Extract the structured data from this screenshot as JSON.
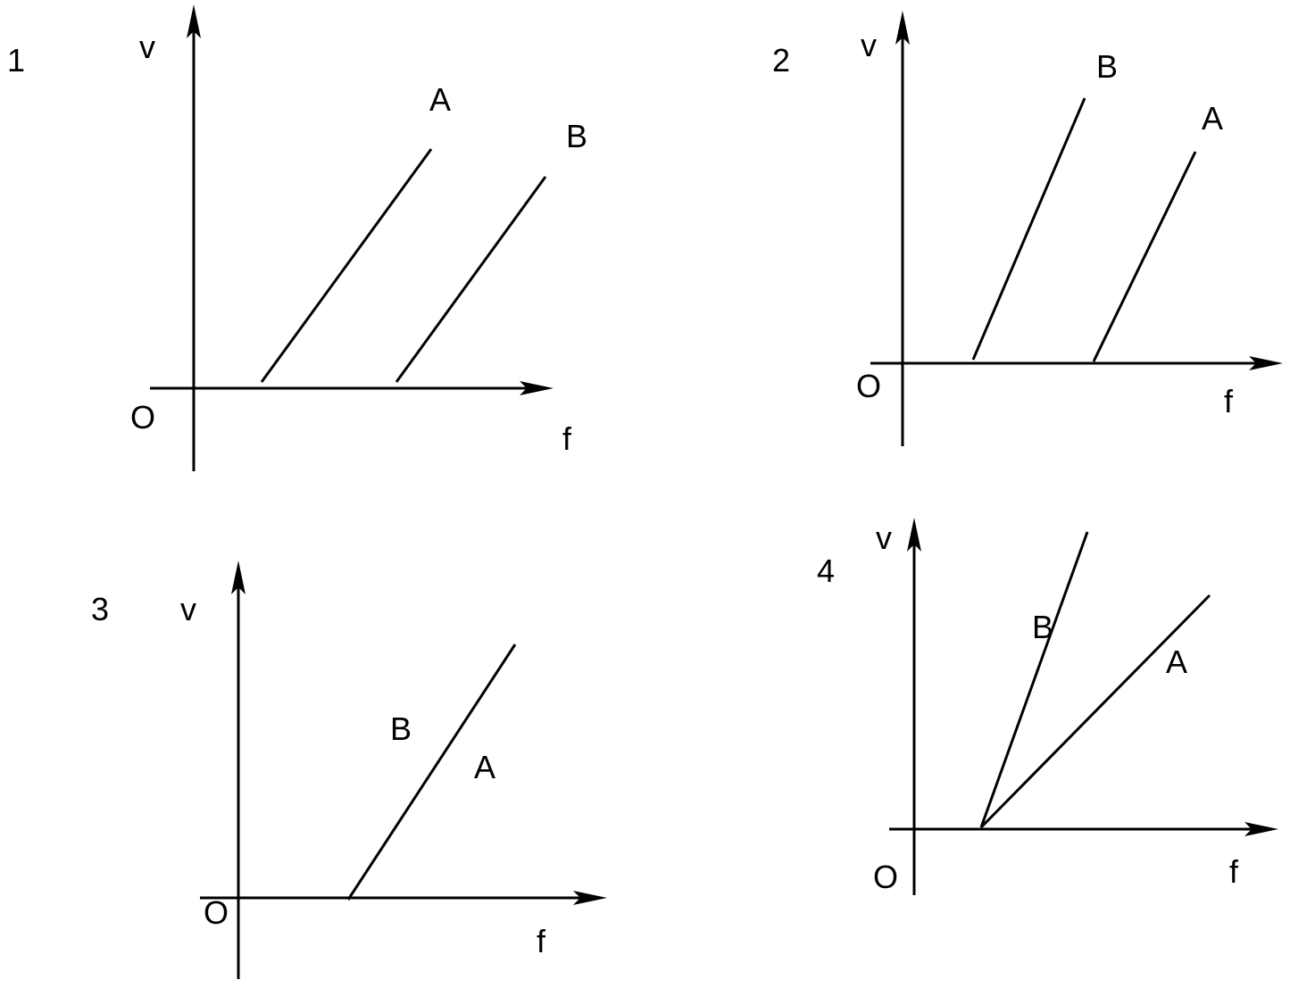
{
  "graphs": [
    {
      "number": "1",
      "y_axis_label": "v",
      "x_axis_label": "f",
      "origin_label": "O",
      "line_labels": [
        "A",
        "B"
      ]
    },
    {
      "number": "2",
      "y_axis_label": "v",
      "x_axis_label": "f",
      "origin_label": "O",
      "line_labels": [
        "B",
        "A"
      ]
    },
    {
      "number": "3",
      "y_axis_label": "v",
      "x_axis_label": "f",
      "origin_label": "O",
      "line_labels": [
        "B",
        "A"
      ]
    },
    {
      "number": "4",
      "y_axis_label": "v",
      "x_axis_label": "f",
      "origin_label": "O",
      "line_labels": [
        "B",
        "A"
      ]
    }
  ]
}
